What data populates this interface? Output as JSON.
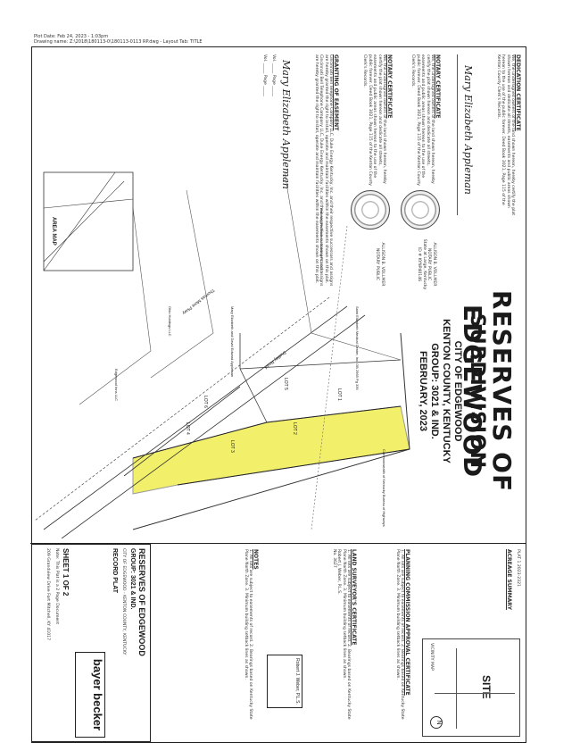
{
  "print_header": {
    "plot_date": "Plot Date: Feb 24, 2023 - 1:03pm",
    "drawing_name": "Drawing name: Z:\\2018\\180113-0\\180113-0113 RP.dwg - Layout Tab: TITLE"
  },
  "title": {
    "line1": "RESERVES OF EDGEWOOD",
    "line2": "SUBDIVISION",
    "line3": "CITY OF EDGEWOOD",
    "line4": "KENTON COUNTY, KENTUCKY",
    "line5": "GROUP: 3021 & IND.",
    "line6": "FEBRUARY, 2023"
  },
  "certificates": {
    "dedication_heading": "DEDICATION CERTIFICATE",
    "dedication_text": "We, the undersigned owners of the land shown hereon, hereby certify the plat shown hereon and dedicate all streets, easements and public areas shown hereon to the use of the public forever. Deed Book 3021, Page 115 of the Kenton County Clerk's Records.",
    "owner_name": "Mary Elizabeth Appleman",
    "notary_heading": "NOTARY CERTIFICATE",
    "notary_name": "ALLISON B. VOLLMER",
    "notary_title": "NOTARY PUBLIC",
    "notary_state": "State at Large, Kentucky",
    "notary_id": "ID # KYNP40146",
    "granting_heading": "GRANTING OF EASEMENT",
    "granting_text": "Cincinnati Bell Telephone Company LLC, Duke Energy Kentucky, Inc. and their respective successors and assigns are hereby granted the right to install, operate and maintain facilities within the easements shown on this plat.",
    "vol_page_a": "Vol. _____ Page _____",
    "vol_page_b": "Vol. _____ Page _____"
  },
  "adjoiners": [
    "Commonwealth of Kentucky Bureau of Highways",
    "Saint Elizabeth Medical Center, Inc. DB 2965 Pg 336",
    "Parkway Professional Building P.D. 1057",
    "Mary Elizabeth and David Edward Appleman",
    "Ohio Holdings LLC",
    "Edgewood Inns LLC"
  ],
  "plat_labels": {
    "lot1": "LOT 1",
    "lot2": "LOT 2",
    "lot3": "LOT 3",
    "lot4": "LOT 4",
    "lot5": "LOT 5",
    "lot6": "LOT 6",
    "road": "Dudley Road",
    "road2": "Thomas More Pkwy",
    "area_map": "AREA MAP"
  },
  "right_panel": {
    "site_label": "SITE",
    "vicinity_label": "VICINITY MAP",
    "acreage_heading": "ACREAGE SUMMARY",
    "plat_id": "PLAT 1 2023-2321",
    "planning_heading": "PLANNING COMMISSION APPROVAL CERTIFICATE",
    "surveyor_heading": "LAND SURVEYOR'S CERTIFICATE",
    "notes_heading": "NOTES",
    "notes_text": "1. All lots are subject to easements of record. 2. Bearings based on Kentucky State Plane North Zone. 3. Minimum building setback lines as shown.",
    "surveyor_name": "Robert J. Weber, P.L.S.",
    "surveyor_no": "No. 3627"
  },
  "title_block": {
    "project": "RESERVES OF EDGEWOOD",
    "group": "GROUP: 3021 & IND.",
    "city": "CITY OF EDGEWOOD - KENTON COUNTY, KENTUCKY",
    "doc_type": "RECORD PLAT",
    "firm": "bayer becker",
    "sheet": "SHEET 1 OF 2",
    "note": "Note: This Plat is a 2 Page Document",
    "address": "209 Grandview Drive Fort Mitchell, KY 41017"
  },
  "highlight_color": "#f2f06a"
}
